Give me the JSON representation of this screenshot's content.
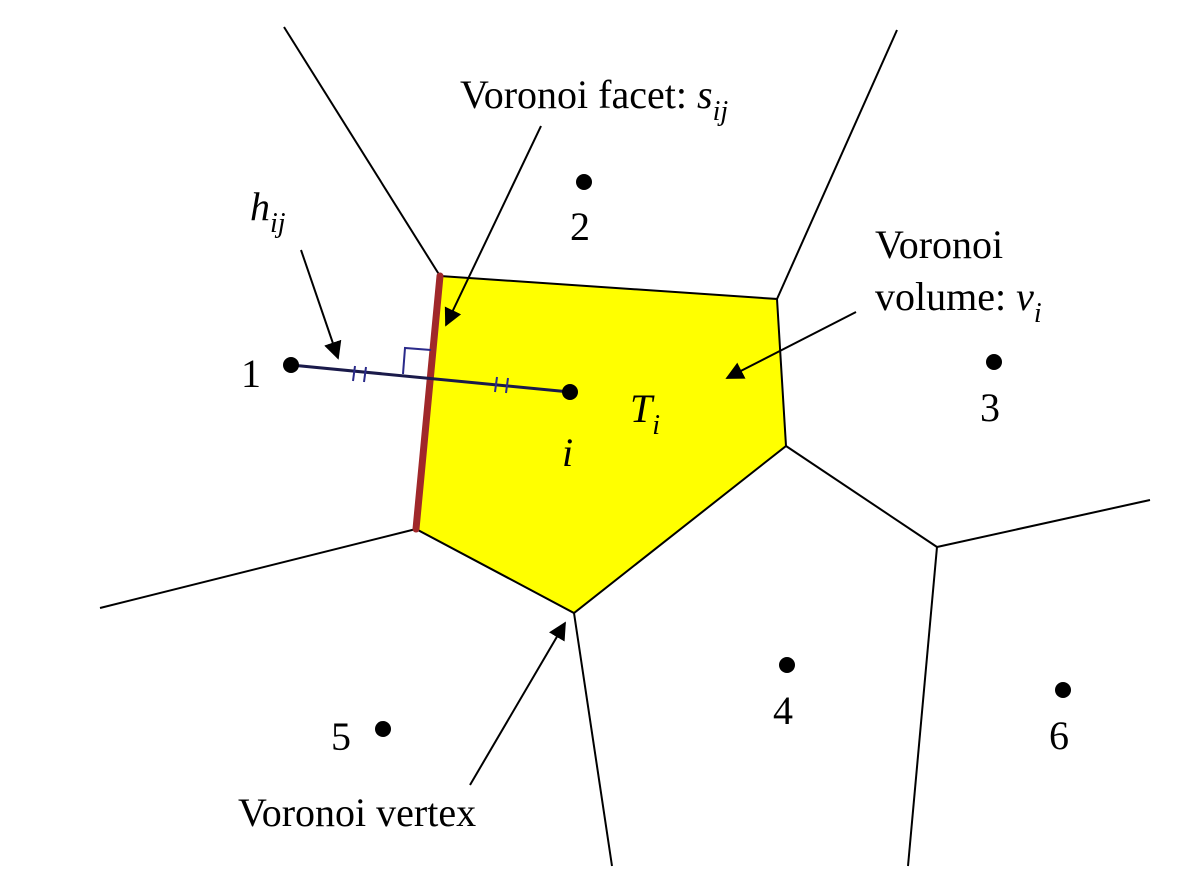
{
  "points": [
    {
      "id": "1",
      "label": "1"
    },
    {
      "id": "2",
      "label": "2"
    },
    {
      "id": "3",
      "label": "3"
    },
    {
      "id": "4",
      "label": "4"
    },
    {
      "id": "5",
      "label": "5"
    },
    {
      "id": "6",
      "label": "6"
    },
    {
      "id": "i",
      "label": "i"
    }
  ],
  "labels": {
    "facet": {
      "text": "Voronoi facet: ",
      "sym": "s",
      "sub": "ij"
    },
    "h": {
      "sym": "h",
      "sub": "ij"
    },
    "volume_line1": "Voronoi",
    "volume_line2": {
      "text": "volume: ",
      "sym": "v",
      "sub": "i"
    },
    "cell": {
      "sym": "T",
      "sub": "i"
    },
    "vertex": "Voronoi vertex"
  },
  "colors": {
    "cell_fill": "#ffff00",
    "facet": "#a0282a",
    "segment": "#1a1a4a",
    "marks": "#2a2a8a"
  }
}
